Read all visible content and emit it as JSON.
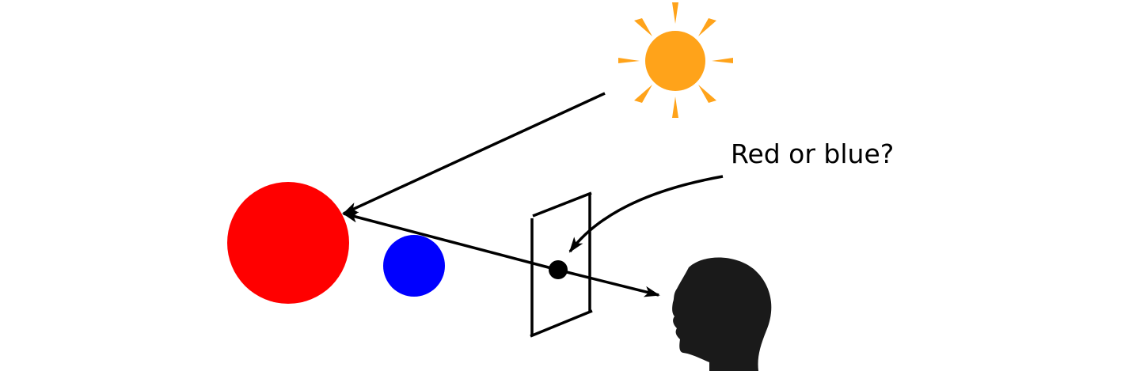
{
  "diagram": {
    "question_label": "Red or blue?",
    "colors": {
      "sun": "#FFA31A",
      "red_sphere": "#FF0000",
      "blue_sphere": "#0000FF",
      "head": "#1A1A1A",
      "lines": "#000000",
      "background": "#FFFFFF"
    },
    "elements": {
      "light_source": "sun-icon",
      "observer": "head-silhouette-icon",
      "image_plane": "image-plane-frame",
      "pixel": "pixel-dot"
    }
  }
}
